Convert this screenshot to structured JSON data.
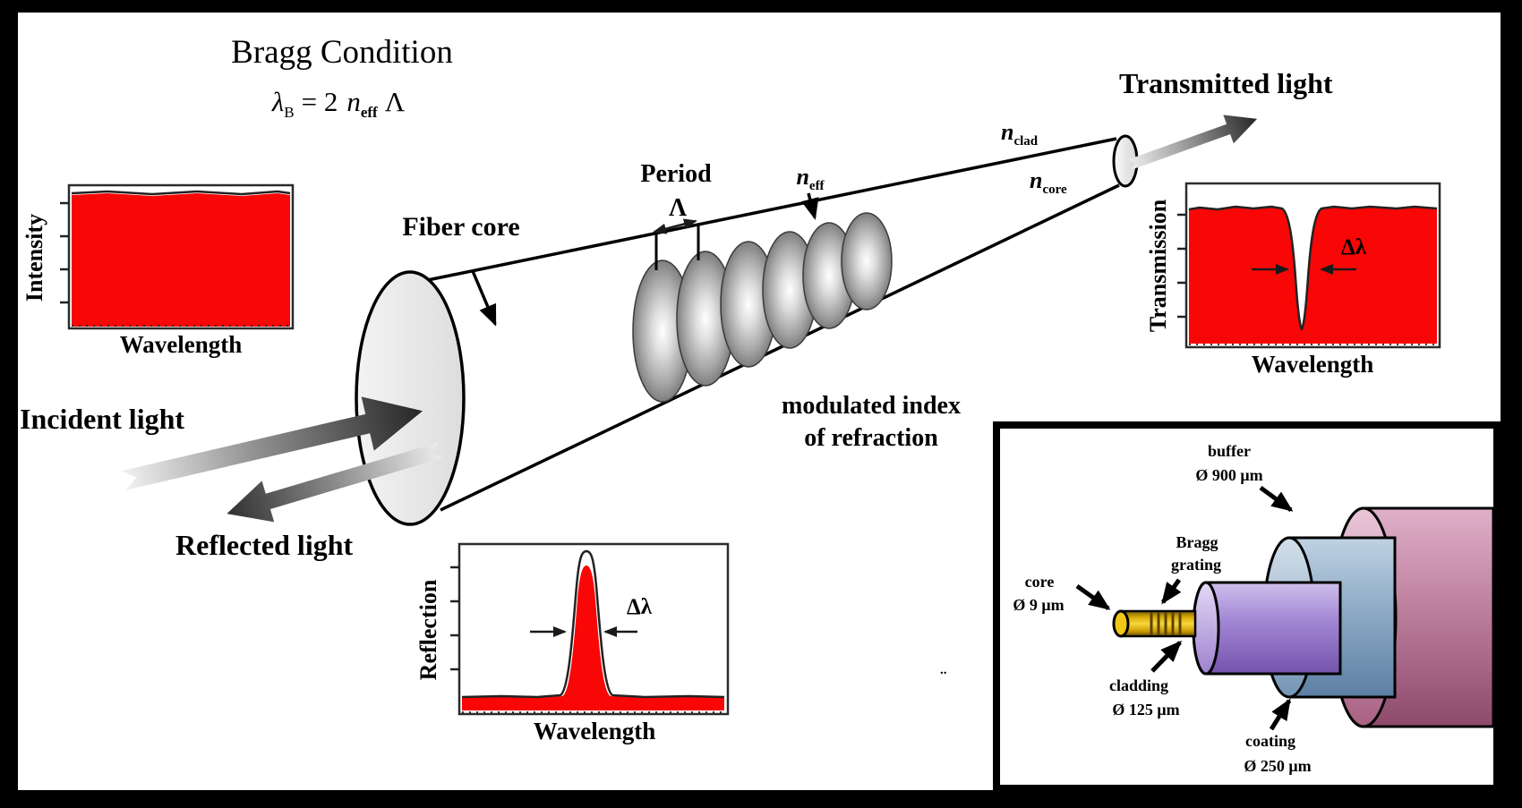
{
  "colors": {
    "spectrum_red": "#f90606",
    "ink": "#000000",
    "arrow_dark": "#262626",
    "arrow_light": "#f2f2f2",
    "core_gold": "#e8c01a",
    "cladding_purple": "#a489d6",
    "coating_blue": "#93afc9",
    "buffer_pink": "#c285a4"
  },
  "title": {
    "text": "Bragg Condition"
  },
  "formula": {
    "lambda": "λ",
    "sub_b": "B",
    "equals": "= 2",
    "n": "n",
    "sub_eff": "eff",
    "capital_lambda": "Λ"
  },
  "light": {
    "incident": "Incident light",
    "reflected": "Reflected light",
    "transmitted": "Transmitted light"
  },
  "fiber": {
    "fiber_core": "Fiber core",
    "period": "Period",
    "period_symbol": "Λ",
    "n": "n",
    "sub_eff": "eff",
    "sub_clad": "clad",
    "sub_core": "core",
    "modulated_line1": "modulated index",
    "modulated_line2": "of refraction"
  },
  "charts": {
    "incident": {
      "ylabel": "Intensity",
      "xlabel": "Wavelength"
    },
    "transmitted": {
      "ylabel": "Transmission",
      "xlabel": "Wavelength",
      "bandwidth": "Δλ"
    },
    "reflected": {
      "ylabel": "Reflection",
      "xlabel": "Wavelength",
      "bandwidth": "Δλ"
    }
  },
  "inset": {
    "buffer": {
      "name": "buffer",
      "diameter": "Ø 900 μm"
    },
    "bragg_grating": {
      "line1": "Bragg",
      "line2": "grating"
    },
    "core": {
      "name": "core",
      "diameter": "Ø 9 μm"
    },
    "cladding": {
      "name": "cladding",
      "diameter": "Ø 125 μm"
    },
    "coating": {
      "name": "coating",
      "diameter": "Ø 250 μm"
    }
  },
  "artifact": {
    "dots": ".."
  },
  "chart_data": [
    {
      "type": "area",
      "title": "Incident light spectrum",
      "xlabel": "Wavelength",
      "ylabel": "Intensity",
      "series_description": "Flat broadband spectrum: intensity approximately constant at maximum level across all wavelengths",
      "annotations": []
    },
    {
      "type": "area",
      "title": "Reflected light spectrum",
      "xlabel": "Wavelength",
      "ylabel": "Reflection",
      "series_description": "Near-zero baseline with a single narrow peak at the Bragg wavelength",
      "annotations": [
        "Δλ"
      ]
    },
    {
      "type": "area",
      "title": "Transmitted light spectrum",
      "xlabel": "Wavelength",
      "ylabel": "Transmission",
      "series_description": "Flat maximum spectrum with a single narrow notch (dip) at the Bragg wavelength",
      "annotations": [
        "Δλ"
      ]
    }
  ]
}
